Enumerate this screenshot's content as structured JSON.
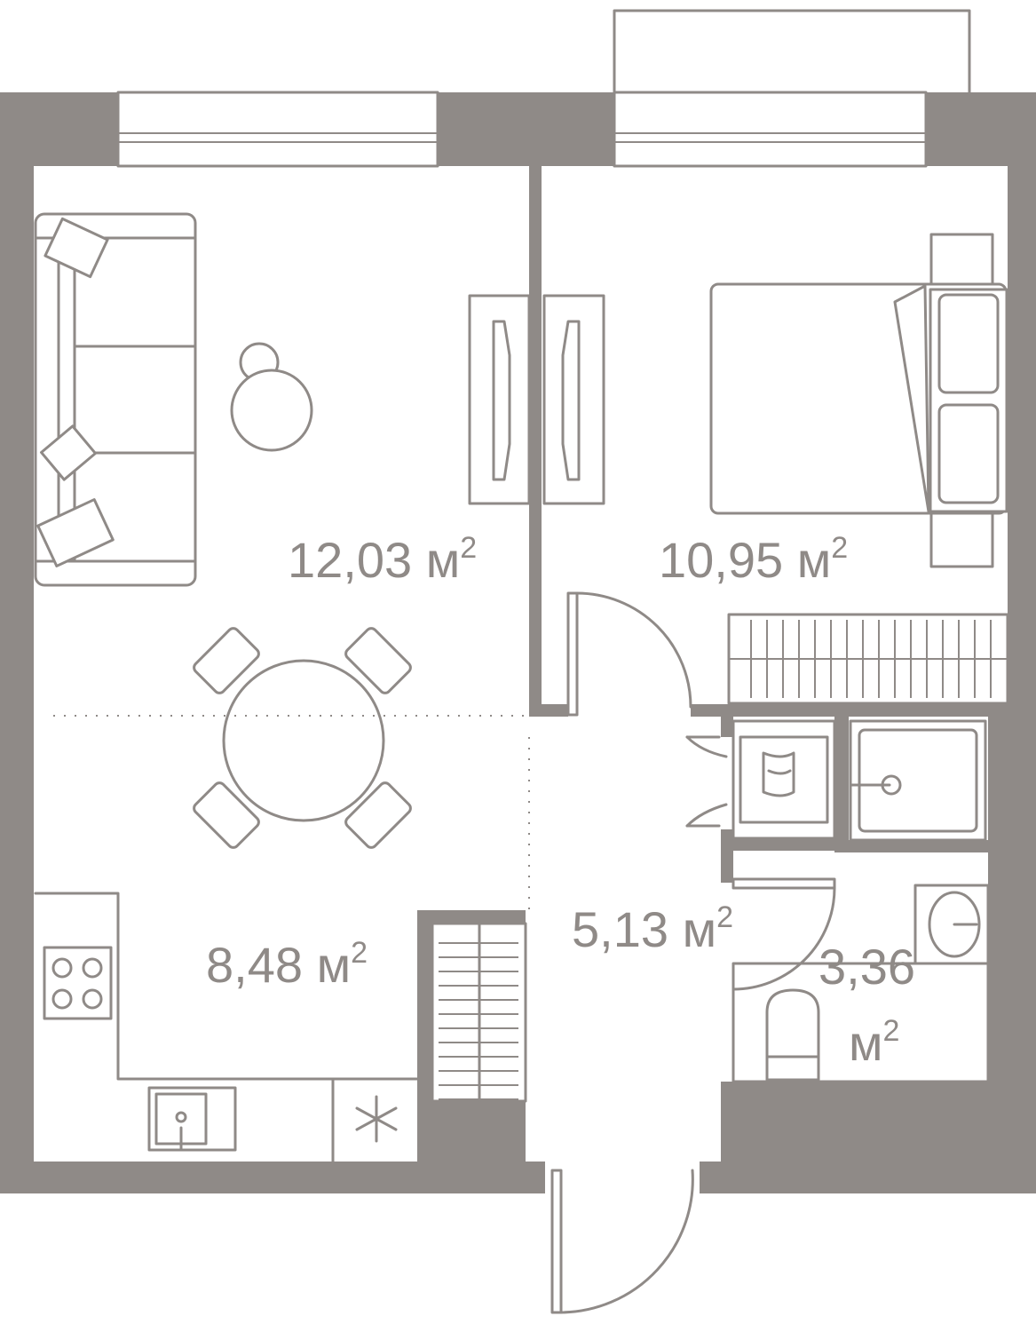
{
  "rooms": [
    {
      "id": "living",
      "area": "12,03",
      "unit": "м",
      "exp": "2"
    },
    {
      "id": "bedroom",
      "area": "10,95",
      "unit": "м",
      "exp": "2"
    },
    {
      "id": "kitchen",
      "area": "8,48",
      "unit": "м",
      "exp": "2"
    },
    {
      "id": "hall",
      "area": "5,13",
      "unit": "м",
      "exp": "2"
    },
    {
      "id": "bathroom",
      "area": "3,36",
      "unit": "м",
      "exp": "2"
    }
  ],
  "colors": {
    "wall": "#8f8a87",
    "background": "#ffffff"
  },
  "icons": [
    "sofa-icon",
    "armchair-icon",
    "round-table-icon",
    "chair-icon",
    "wardrobe-icon",
    "bed-icon",
    "nightstand-icon",
    "radiator-icon",
    "washing-machine-icon",
    "shower-icon",
    "washbasin-icon",
    "toilet-icon",
    "stove-icon",
    "kitchen-sink-icon",
    "fridge-icon",
    "closet-icon",
    "door-icon",
    "window-icon",
    "balcony-icon"
  ]
}
